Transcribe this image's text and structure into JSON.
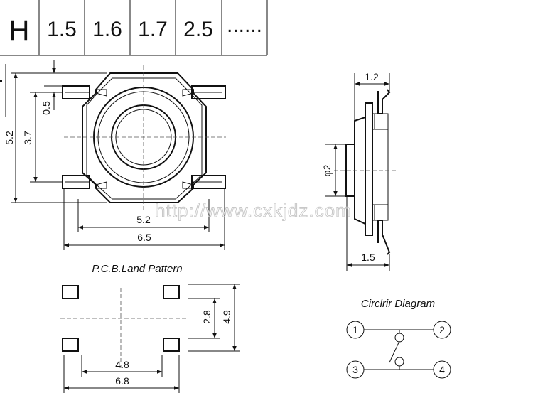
{
  "height_table": {
    "label": "H",
    "values": [
      "1.5",
      "1.6",
      "1.7",
      "2.5",
      "......"
    ]
  },
  "top_view": {
    "dim_overall_height": "5.2",
    "dim_lead_pitch": "3.7",
    "dim_lead_width": "0.5",
    "dim_body_width": "5.2",
    "dim_overall_width": "6.5"
  },
  "side_view": {
    "dim_top_width": "1.2",
    "dim_plunger_diameter": "φ2",
    "dim_bottom_width": "1.5"
  },
  "watermark": "http://www.cxkjdz.com",
  "pcb": {
    "title": "P.C.B.Land Pattern",
    "dim_inner_height": "2.8",
    "dim_outer_height": "4.9",
    "dim_inner_width": "4.8",
    "dim_outer_width": "6.8"
  },
  "circuit": {
    "title": "Circlrir Diagram",
    "pins": [
      "1",
      "2",
      "3",
      "4"
    ]
  }
}
